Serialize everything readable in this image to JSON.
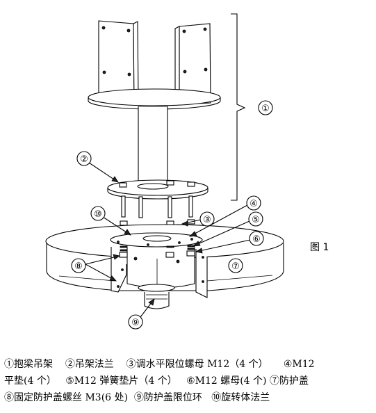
{
  "figure": {
    "caption": "图 1",
    "callouts": [
      "①",
      "②",
      "③",
      "④",
      "⑤",
      "⑥",
      "⑦",
      "⑧",
      "⑨",
      "⑩"
    ]
  },
  "legend": {
    "row1": [
      "①抱梁吊架",
      "②吊架法兰",
      "③调水平限位螺母 M12（4 个）",
      "④M12"
    ],
    "row2": [
      "平垫(4 个）",
      "⑤M12 弹簧垫片（4 个）",
      "⑥M12 螺母(4 个)",
      "⑦防护盖"
    ],
    "row3": [
      "⑧固定防护盖螺丝 M3(6 处)",
      "⑨防护盖限位环",
      "⑩旋转体法兰"
    ]
  }
}
